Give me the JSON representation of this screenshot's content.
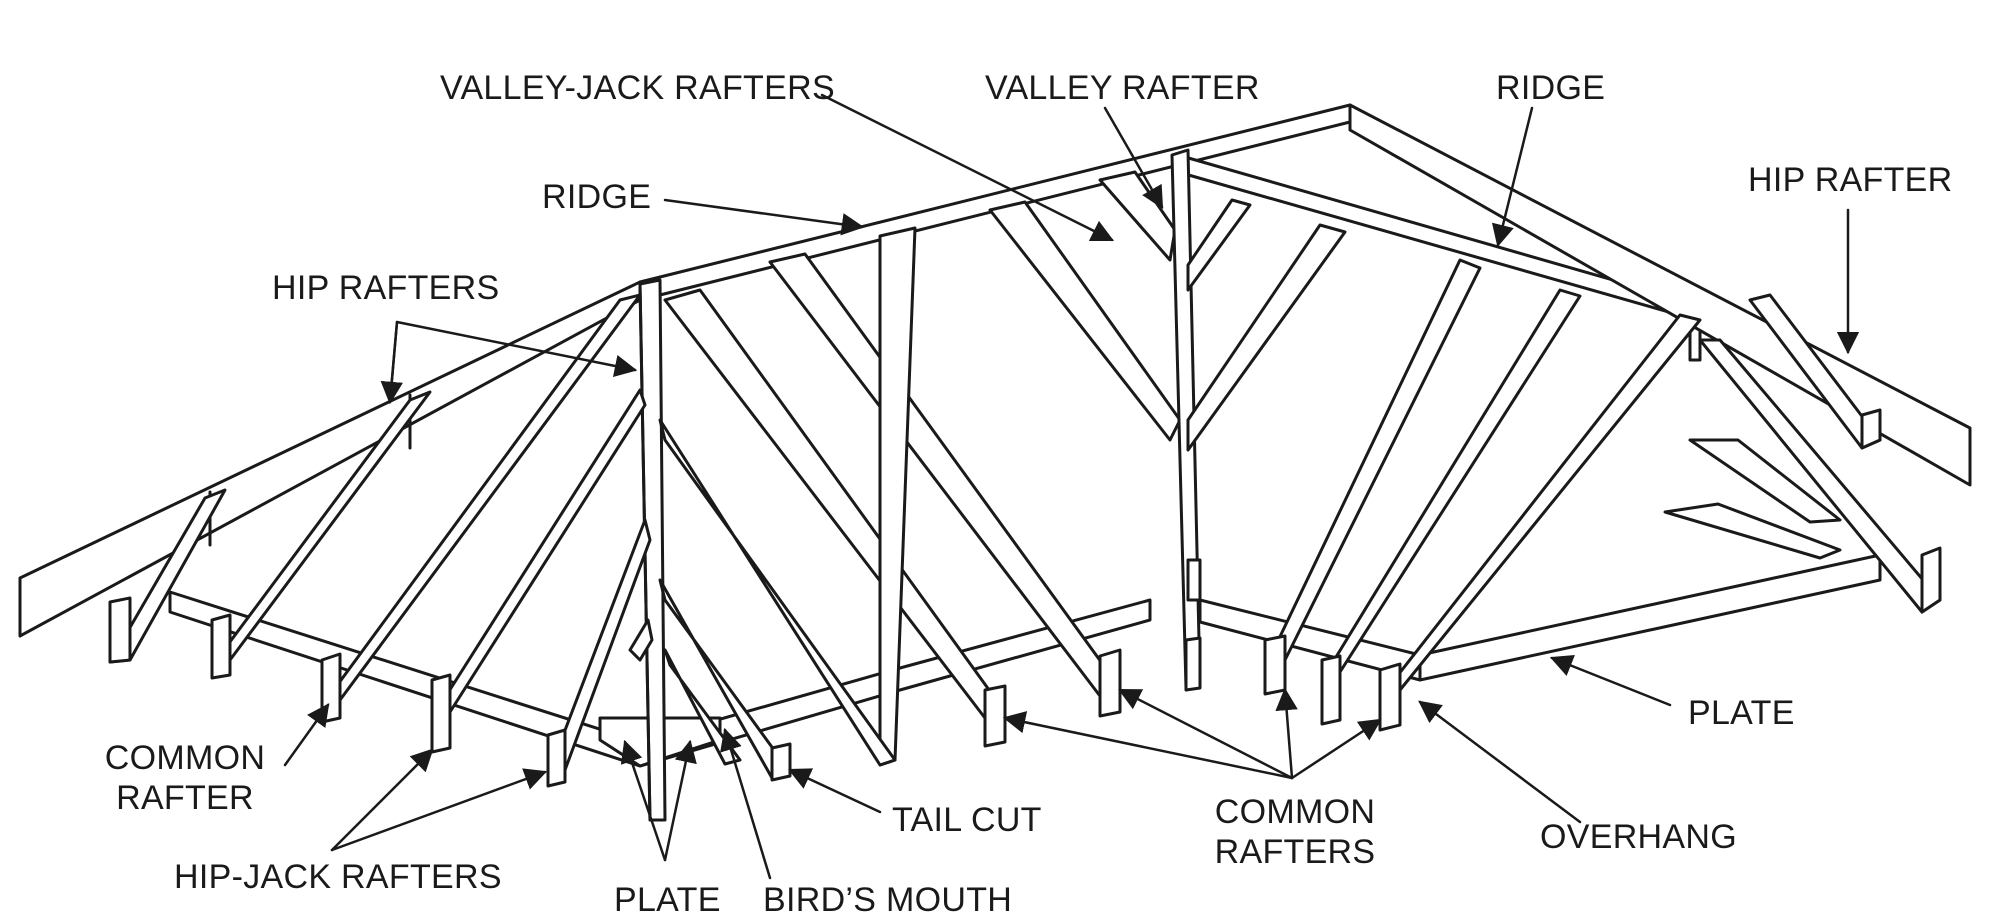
{
  "labels": {
    "valley_jack_rafters": "VALLEY-JACK RAFTERS",
    "valley_rafter": "VALLEY RAFTER",
    "ridge_top": "RIDGE",
    "hip_rafter": "HIP RAFTER",
    "ridge_left": "RIDGE",
    "hip_rafters": "HIP RAFTERS",
    "common_rafter_line1": "COMMON",
    "common_rafter_line2": "RAFTER",
    "hip_jack_rafters": "HIP-JACK RAFTERS",
    "plate_bottom": "PLATE",
    "birds_mouth": "BIRD’S MOUTH",
    "tail_cut": "TAIL CUT",
    "common_rafters_line1": "COMMON",
    "common_rafters_line2": "RAFTERS",
    "overhang": "OVERHANG",
    "plate_right": "PLATE"
  },
  "colors": {
    "line": "#1a1a1a",
    "fill": "#ffffff"
  }
}
